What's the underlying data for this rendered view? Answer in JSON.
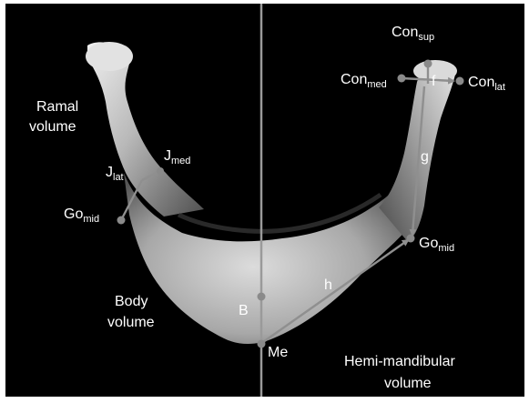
{
  "colors": {
    "background": "#000000",
    "bone_light": "#e8e8e8",
    "bone_dark": "#5a5a5a",
    "landmark": "#8a8a8a",
    "measure_line": "#8f8f8f",
    "midline": "#9a9a9a",
    "text": "#ffffff"
  },
  "regions": {
    "ramal": [
      "Ramal",
      "volume"
    ],
    "body": [
      "Body",
      "volume"
    ],
    "hemi": [
      "Hemi-mandibular",
      "volume"
    ]
  },
  "landmarks": {
    "j_lat": {
      "base": "J",
      "sub": "lat"
    },
    "j_med": {
      "base": "J",
      "sub": "med"
    },
    "go_mid_left": {
      "base": "Go",
      "sub": "mid"
    },
    "con_sup": {
      "base": "Con",
      "sub": "sup"
    },
    "con_med": {
      "base": "Con",
      "sub": "med"
    },
    "con_lat": {
      "base": "Con",
      "sub": "lat"
    },
    "go_mid_right": {
      "base": "Go",
      "sub": "mid"
    },
    "b": "B",
    "me": "Me"
  },
  "measurements": {
    "f": "f",
    "g": "g",
    "h": "h"
  }
}
